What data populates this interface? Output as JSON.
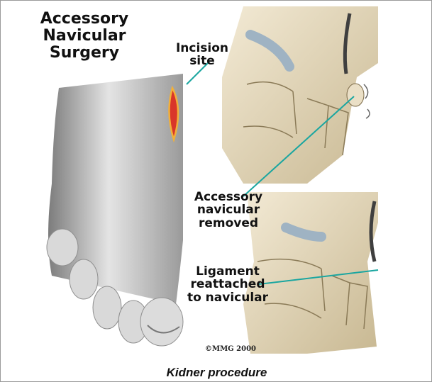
{
  "figure": {
    "title": "Accessory Navicular Surgery",
    "labels": {
      "incision": "Incision site",
      "removed": "Accessory navicular removed",
      "ligament": "Ligament reattached to navicular"
    },
    "copyright": "©MMG 2000",
    "caption": "Kidner procedure"
  },
  "colors": {
    "leader_line": "#1aa6a0",
    "incision_fill": "#d9362a",
    "incision_outline": "#f2b03a",
    "skin": "#cfcfcf",
    "bone": "#e6dcc5",
    "tendon": "#9fb3c3"
  }
}
